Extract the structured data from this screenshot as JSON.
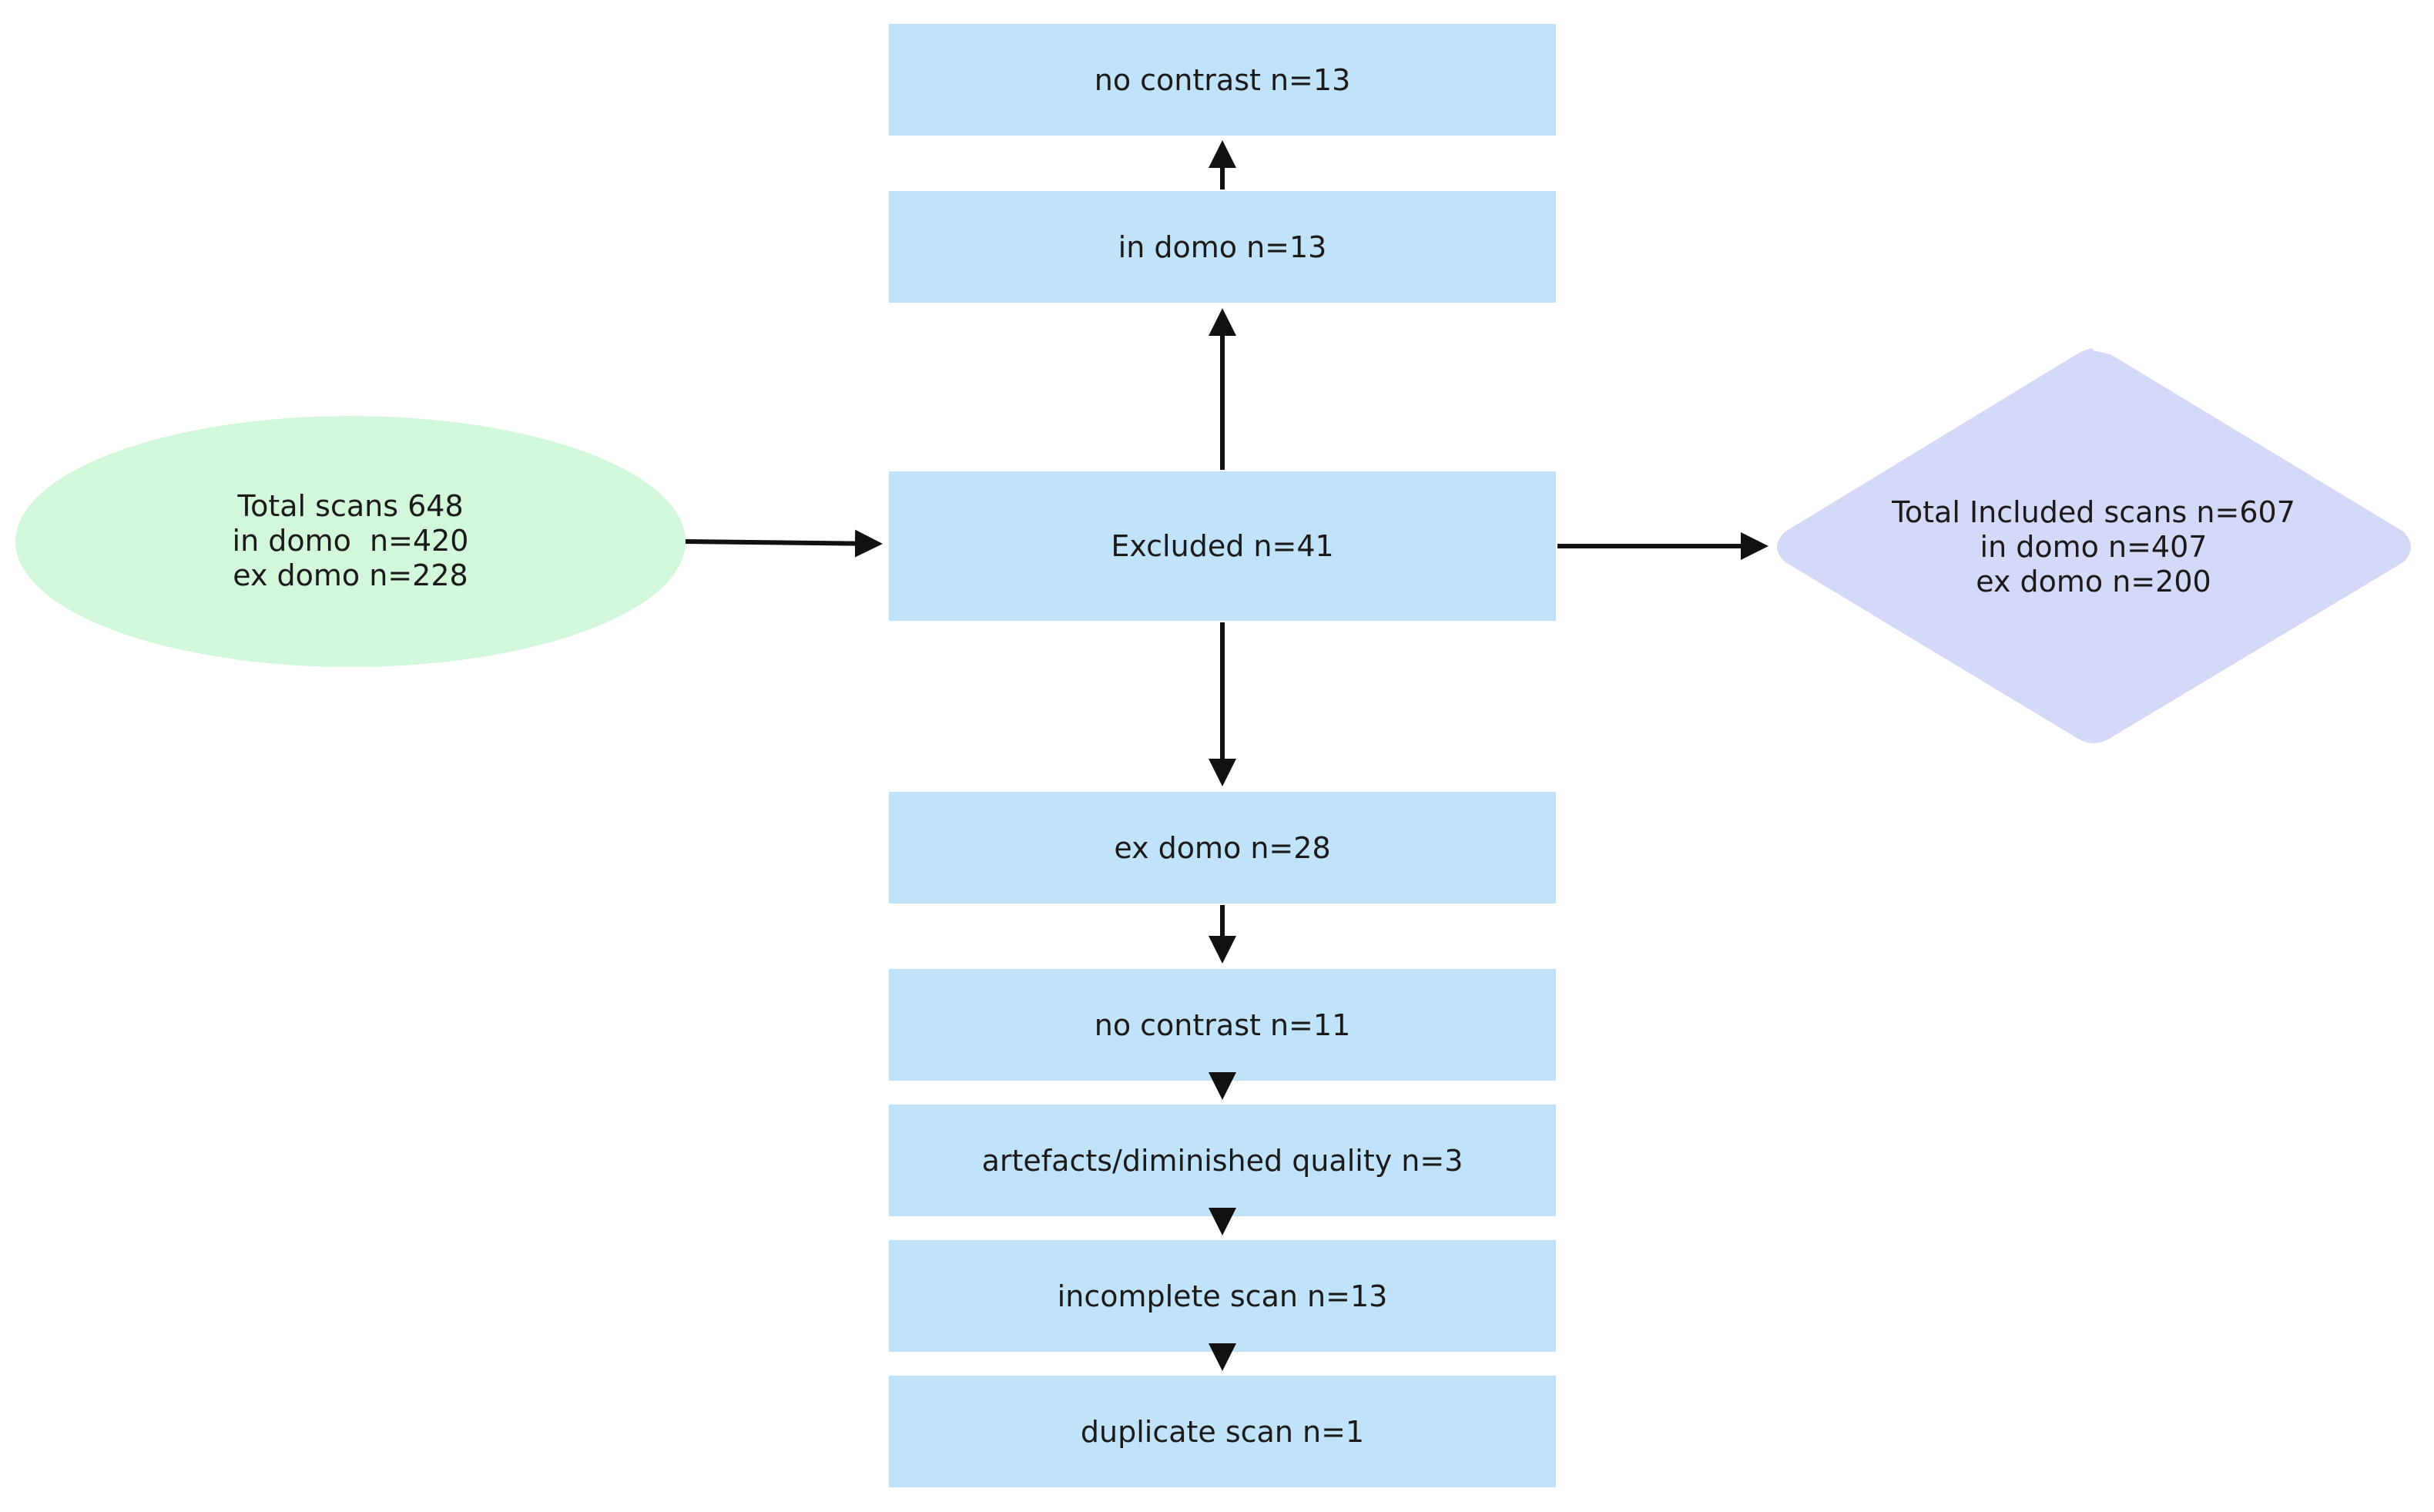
{
  "start": {
    "lines": [
      "Total scans 648",
      "in domo  n=420",
      "ex domo n=228"
    ]
  },
  "excluded": {
    "label": "Excluded n=41"
  },
  "in_domo_branch": {
    "label": "in domo n=13",
    "children": [
      "no contrast n=13"
    ]
  },
  "ex_domo_branch": {
    "label": "ex domo n=28",
    "children": [
      "no contrast n=11",
      "artefacts/diminished quality n=3",
      "incomplete scan n=13",
      "duplicate scan n=1"
    ]
  },
  "included": {
    "lines": [
      "Total Included scans n=607",
      "in domo n=407",
      "ex domo n=200"
    ]
  },
  "colors": {
    "box": "#c1e3f9",
    "start": "#d3f7da",
    "end": "#d5d9f8",
    "arrow": "#111111"
  }
}
